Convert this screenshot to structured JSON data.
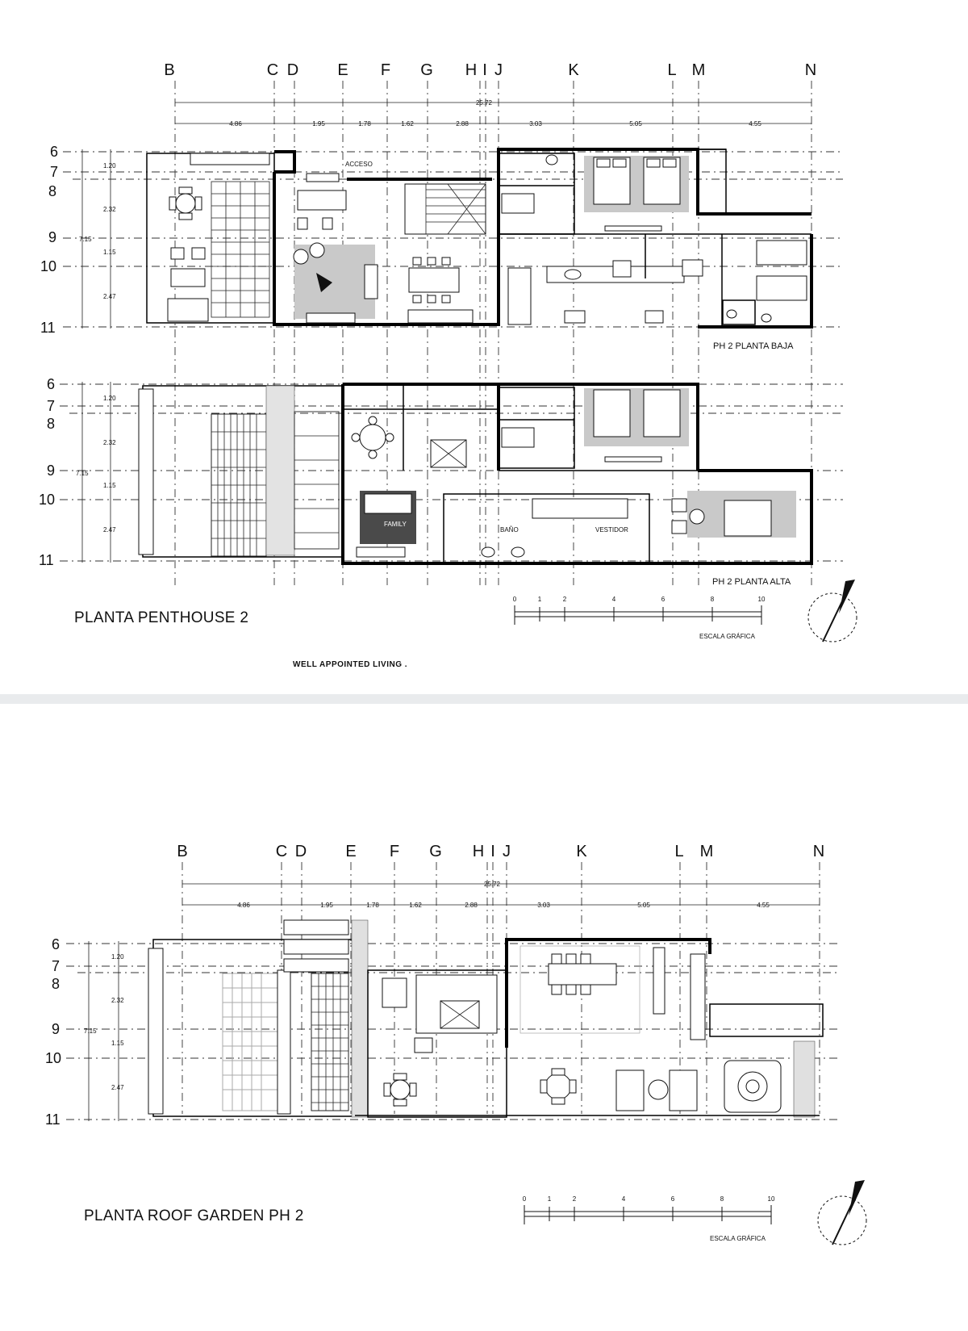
{
  "sheet1": {
    "title": "PLANTA PENTHOUSE 2",
    "tagline": "WELL APPOINTED LIVING .",
    "column_axes": [
      "B",
      "C",
      "D",
      "E",
      "F",
      "G",
      "H",
      "I",
      "J",
      "K",
      "L",
      "M",
      "N"
    ],
    "row_axes": [
      "6",
      "7",
      "8",
      "9",
      "10",
      "11"
    ],
    "total_width": "25.72",
    "column_spacings": [
      "4.86",
      "1.95",
      "1.78",
      "1.62",
      "2.88",
      "3.03",
      "5.05",
      "4.55"
    ],
    "row_spacings": [
      "1.20",
      "2.32",
      "1.15",
      "2.47"
    ],
    "total_depth": "7.15",
    "plan_baja": {
      "label": "PH 2  PLANTA BAJA",
      "entrance_label": "ACCESO"
    },
    "plan_alta": {
      "label": "PH 2  PLANTA ALTA",
      "room_labels": [
        "BAÑO",
        "VESTIDOR",
        "FAMILY"
      ]
    },
    "scale_bar": {
      "ticks": [
        "0",
        "1",
        "2",
        "4",
        "6",
        "8",
        "10"
      ],
      "caption": "ESCALA GRÁFICA"
    }
  },
  "sheet2": {
    "title": "PLANTA ROOF GARDEN PH 2",
    "column_axes": [
      "B",
      "C",
      "D",
      "E",
      "F",
      "G",
      "H",
      "I",
      "J",
      "K",
      "L",
      "M",
      "N"
    ],
    "row_axes": [
      "6",
      "7",
      "8",
      "9",
      "10",
      "11"
    ],
    "total_width": "25.72",
    "column_spacings": [
      "4.86",
      "1.95",
      "1.78",
      "1.62",
      "2.88",
      "3.03",
      "5.05",
      "4.55"
    ],
    "row_spacings": [
      "1.20",
      "2.32",
      "1.15",
      "2.47"
    ],
    "total_depth": "7.15",
    "scale_bar": {
      "ticks": [
        "0",
        "1",
        "2",
        "4",
        "6",
        "8",
        "10"
      ],
      "caption": "ESCALA GRÁFICA"
    }
  },
  "colors": {
    "background": "#ffffff",
    "line": "#111111",
    "shade": "#c9c9c9",
    "divider": "#e9ebed"
  },
  "icons": [
    "north-arrow-icon",
    "round-table-icon",
    "bed-icon",
    "jacuzzi-icon"
  ]
}
